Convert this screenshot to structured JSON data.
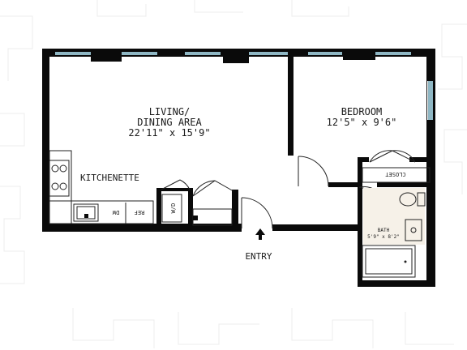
{
  "rooms": {
    "living_title": "LIVING/",
    "living_sub": "DINING AREA",
    "living_dims": "22'11\" x 15'9\"",
    "bedroom_title": "BEDROOM",
    "bedroom_dims": "12'5\" x 9'6\"",
    "kitchenette": "KITCHENETTE",
    "closet": "CLOSET",
    "bath_title": "BATH",
    "bath_dims": "5'9\" x 8'2\"",
    "entry": "ENTRY"
  },
  "appliances": {
    "dishwasher": "DW",
    "refrigerator": "REF",
    "washer_dryer": "W/D"
  },
  "colors": {
    "wall": "#0a0a0a",
    "window_glass": "#8fb7c4",
    "background_pattern": "#ececec"
  },
  "icons": {
    "entry_arrow": "arrow-up-icon"
  }
}
